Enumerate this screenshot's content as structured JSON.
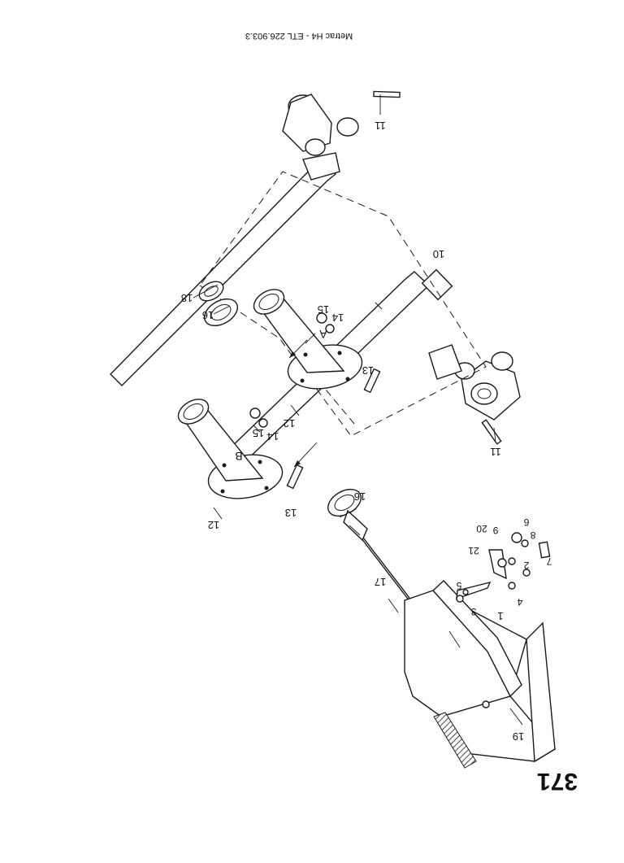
{
  "header": {
    "text": "Metrac H4 - ETL 226.903.3"
  },
  "page_number": "371",
  "view_labels": {
    "a": "A",
    "b": "B"
  },
  "callouts": {
    "c1": "1",
    "c2": "2",
    "c3": "3",
    "c4": "4",
    "c5": "5",
    "c6": "6",
    "c7": "7",
    "c8": "8",
    "c9": "9",
    "c10": "10",
    "c11a": "11",
    "c11b": "11",
    "c12a": "12",
    "c12b": "12",
    "c13a": "13",
    "c13b": "13",
    "c14a": "14",
    "c14b": "14",
    "c15a": "15",
    "c15b": "15",
    "c16a": "16",
    "c16b": "16",
    "c17": "17",
    "c18": "18",
    "c19": "19",
    "c20": "20",
    "c21": "21"
  }
}
